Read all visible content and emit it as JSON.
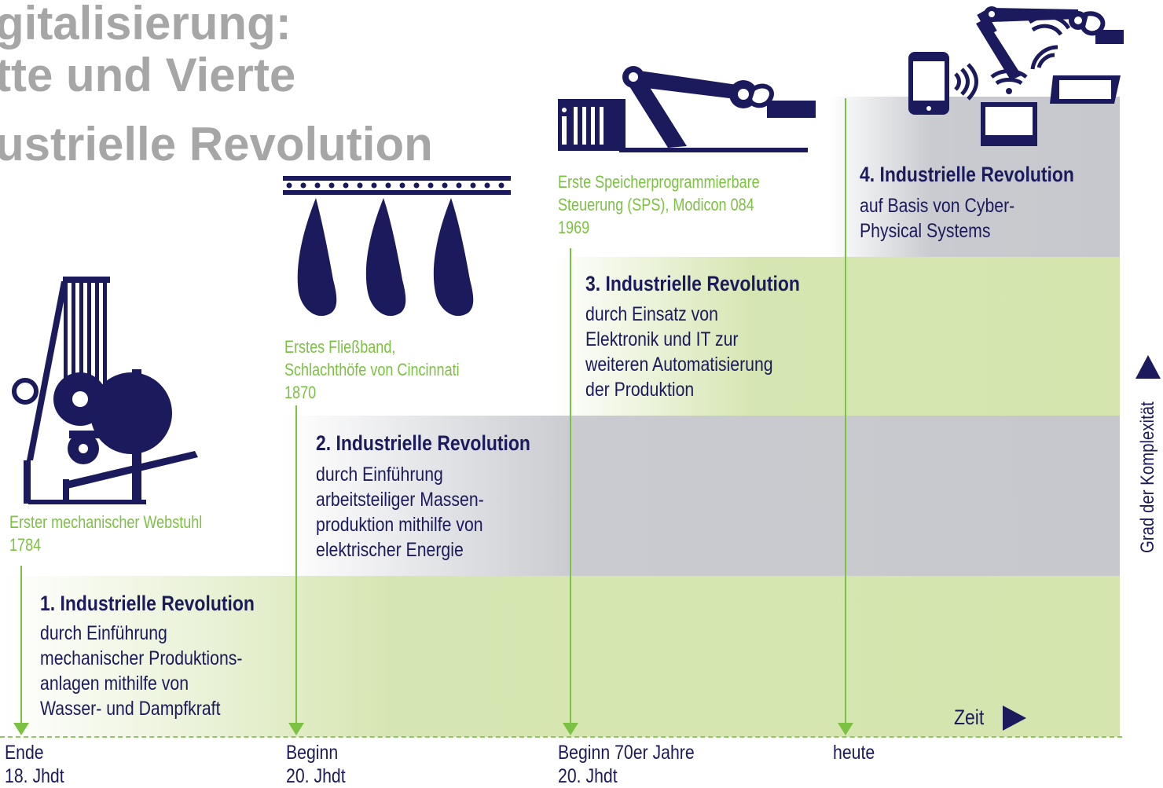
{
  "title": {
    "lines": [
      "gitalisierung:",
      "tte und Vierte",
      "ustrielle Revolution"
    ]
  },
  "eras": [
    {
      "title": "1. Industrielle Revolution",
      "body": [
        "durch Einführung",
        "mechanischer Produktions-",
        "anlagen mithilfe von",
        "Wasser- und Dampfkraft"
      ],
      "caption": [
        "Erster mechanischer Webstuhl",
        "1784"
      ],
      "time": [
        "Ende",
        "18. Jhdt"
      ],
      "icon": "loom-icon"
    },
    {
      "title": "2. Industrielle Revolution",
      "body": [
        "durch Einführung",
        "arbeitsteiliger Massen-",
        "produktion mithilfe von",
        "elektrischer Energie"
      ],
      "caption": [
        "Erstes Fließband,",
        "Schlachthöfe von Cincinnati",
        "1870"
      ],
      "time": [
        "Beginn",
        "20. Jhdt"
      ],
      "icon": "assembly-line-icon"
    },
    {
      "title": "3. Industrielle Revolution",
      "body": [
        "durch Einsatz von",
        "Elektronik und IT zur",
        "weiteren Automatisierung",
        "der Produktion"
      ],
      "caption": [
        "Erste Speicherprogrammierbare",
        "Steuerung (SPS), Modicon 084",
        "1969"
      ],
      "time": [
        "Beginn 70er Jahre",
        "20. Jhdt"
      ],
      "icon": "robot-arm-plc-icon"
    },
    {
      "title": "4. Industrielle Revolution",
      "body": [
        "auf Basis von Cyber-",
        "Physical Systems"
      ],
      "caption": [],
      "time": [
        "heute"
      ],
      "icon": "connected-devices-icon"
    }
  ],
  "axes": {
    "x_label": "Zeit",
    "y_label": "Grad der Komplexität"
  },
  "colors": {
    "navy": "#1b1a5c",
    "green": "#7cc242",
    "light_green_band": "#d6e6b2",
    "grey_band": "#c9cbd0",
    "title_grey": "#a6a6a6"
  }
}
